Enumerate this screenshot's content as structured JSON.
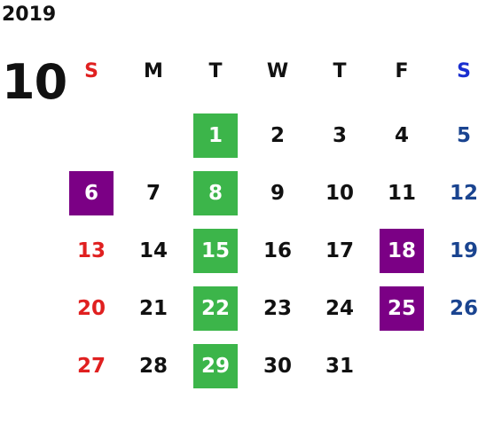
{
  "calendar": {
    "year": "2019",
    "month": "10",
    "weekdays": [
      "S",
      "M",
      "T",
      "W",
      "T",
      "F",
      "S"
    ],
    "colors": {
      "sunday": "#e02020",
      "saturday_header": "#1a2fd0",
      "saturday": "#1a4490",
      "green_highlight": "#3cb54a",
      "purple_highlight": "#7b0085"
    },
    "weeks": [
      [
        {
          "day": "",
          "highlight": ""
        },
        {
          "day": "",
          "highlight": ""
        },
        {
          "day": "1",
          "highlight": "green"
        },
        {
          "day": "2",
          "highlight": ""
        },
        {
          "day": "3",
          "highlight": ""
        },
        {
          "day": "4",
          "highlight": ""
        },
        {
          "day": "5",
          "highlight": ""
        }
      ],
      [
        {
          "day": "6",
          "highlight": "purple"
        },
        {
          "day": "7",
          "highlight": ""
        },
        {
          "day": "8",
          "highlight": "green"
        },
        {
          "day": "9",
          "highlight": ""
        },
        {
          "day": "10",
          "highlight": ""
        },
        {
          "day": "11",
          "highlight": ""
        },
        {
          "day": "12",
          "highlight": ""
        }
      ],
      [
        {
          "day": "13",
          "highlight": ""
        },
        {
          "day": "14",
          "highlight": ""
        },
        {
          "day": "15",
          "highlight": "green"
        },
        {
          "day": "16",
          "highlight": ""
        },
        {
          "day": "17",
          "highlight": ""
        },
        {
          "day": "18",
          "highlight": "purple"
        },
        {
          "day": "19",
          "highlight": ""
        }
      ],
      [
        {
          "day": "20",
          "highlight": ""
        },
        {
          "day": "21",
          "highlight": ""
        },
        {
          "day": "22",
          "highlight": "green"
        },
        {
          "day": "23",
          "highlight": ""
        },
        {
          "day": "24",
          "highlight": ""
        },
        {
          "day": "25",
          "highlight": "purple"
        },
        {
          "day": "26",
          "highlight": ""
        }
      ],
      [
        {
          "day": "27",
          "highlight": ""
        },
        {
          "day": "28",
          "highlight": ""
        },
        {
          "day": "29",
          "highlight": "green"
        },
        {
          "day": "30",
          "highlight": ""
        },
        {
          "day": "31",
          "highlight": ""
        },
        {
          "day": "",
          "highlight": ""
        },
        {
          "day": "",
          "highlight": ""
        }
      ]
    ]
  }
}
